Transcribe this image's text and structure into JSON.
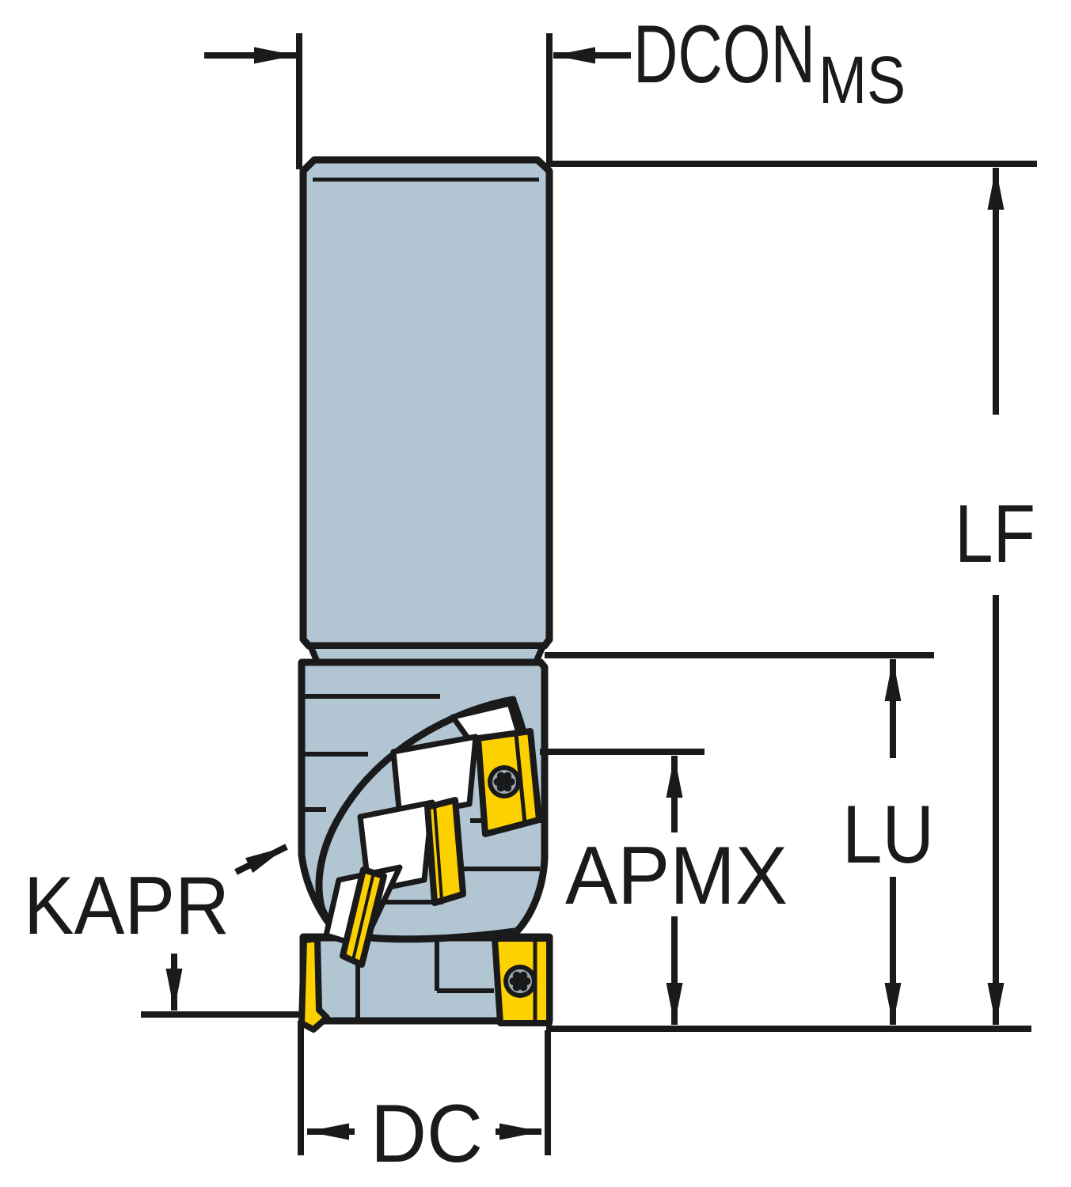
{
  "diagram": {
    "type": "technical-dimension-drawing",
    "subject": "indexable insert end mill, side view with dimension callouts",
    "labels": {
      "dcon": "DCON",
      "dcon_sub": "MS",
      "lf": "LF",
      "lu": "LU",
      "apmx": "APMX",
      "kapr": "KAPR",
      "dc": "DC"
    },
    "colors": {
      "outline": "#1a1a1a",
      "body_fill": "#b2c5d2",
      "insert_fill": "#fdd000",
      "facet_fill": "#ffffff",
      "screw_face": "#a0a8ae",
      "screw_dark": "#17191b",
      "background": "#ffffff"
    }
  }
}
